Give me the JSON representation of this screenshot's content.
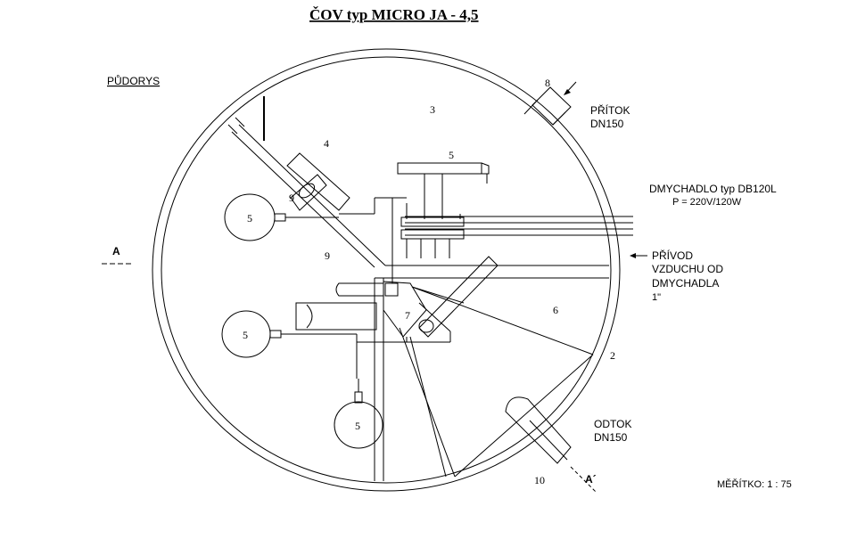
{
  "title": "ČOV typ MICRO JA - 4,5",
  "view_label": "PŮDORYS",
  "scale_label": "MĚŘÍTKO: 1 : 75",
  "section_mark_left": "A",
  "section_mark_right": "A´",
  "inflow": {
    "label_line1": "PŘÍTOK",
    "label_line2": "DN150"
  },
  "outflow": {
    "label_line1": "ODTOK",
    "label_line2": "DN150"
  },
  "blower": {
    "label_line1": "DMYCHADLO typ DB120L",
    "label_line2": "P = 220V/120W"
  },
  "air_supply": {
    "line1": "PŘÍVOD",
    "line2": "VZDUCHU OD",
    "line3": "DMYCHADLA",
    "line4": "1\""
  },
  "numbers": {
    "n2": "2",
    "n3": "3",
    "n4": "4",
    "n5a": "5",
    "n5b": "5",
    "n5c": "5",
    "n5d": "5",
    "n6": "6",
    "n7": "7",
    "n8": "8",
    "n9a": "9",
    "n9b": "9",
    "n10": "10"
  },
  "colors": {
    "line": "#000000",
    "background": "#ffffff"
  }
}
